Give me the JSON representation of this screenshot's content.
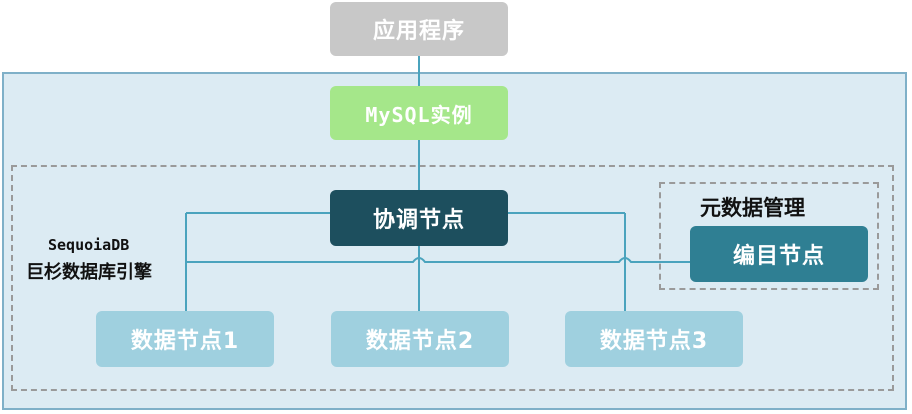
{
  "app": {
    "label": "应用程序"
  },
  "mysql": {
    "label": "MySQL实例"
  },
  "coordinator": {
    "label": "协调节点"
  },
  "sequoiadb": {
    "name": "SequoiaDB",
    "name_cn": "巨杉数据库引擎"
  },
  "metadata": {
    "group_label": "元数据管理",
    "catalog_label": "编目节点"
  },
  "data_nodes": [
    {
      "label": "数据节点1"
    },
    {
      "label": "数据节点2"
    },
    {
      "label": "数据节点3"
    }
  ],
  "colors": {
    "frame_bg": "#dcebf3",
    "app": "#c8c8c8",
    "mysql": "#a5e78a",
    "coordinator": "#1d4f5e",
    "catalog": "#2f7f93",
    "data_node": "#9fd0df",
    "connector": "#4aa3bd"
  }
}
